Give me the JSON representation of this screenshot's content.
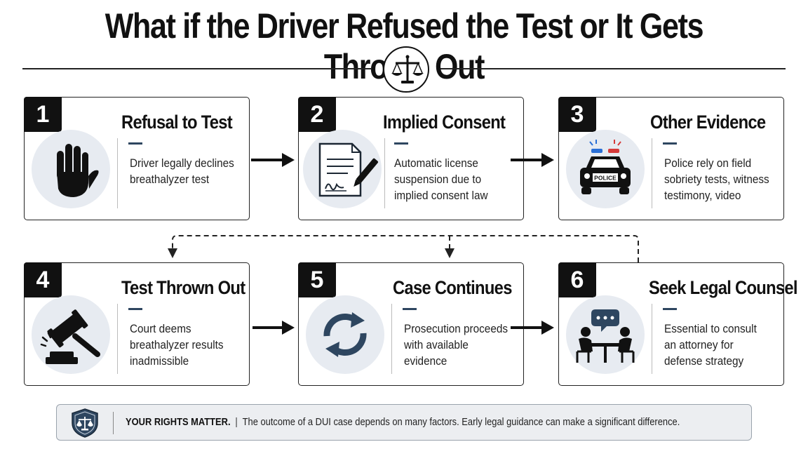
{
  "title": "What if the Driver Refused the Test or It Gets Thrown Out",
  "steps": [
    {
      "number": "1",
      "title": "Refusal to Test",
      "description": "Driver legally declines breathalyzer test",
      "icon": "raised-hand-icon"
    },
    {
      "number": "2",
      "title": "Implied Consent",
      "description": "Automatic license suspension due to implied consent law",
      "icon": "signed-document-icon"
    },
    {
      "number": "3",
      "title": "Other Evidence",
      "description": "Police rely on field sobriety tests, witness testimony, video",
      "icon": "police-car-icon",
      "badge_text": "POLICE"
    },
    {
      "number": "4",
      "title": "Test Thrown Out",
      "description": "Court deems breathalyzer results inadmissible",
      "icon": "gavel-icon"
    },
    {
      "number": "5",
      "title": "Case Continues",
      "description": "Prosecution proceeds with available evidence",
      "icon": "cycle-arrows-icon"
    },
    {
      "number": "6",
      "title": "Seek Legal Counsel",
      "description": "Essential to consult an attorney for defense strategy",
      "icon": "consultation-icon"
    }
  ],
  "footer": {
    "label": "YOUR RIGHTS MATTER.",
    "separator": "|",
    "text": "The outcome of a DUI case depends on many factors. Early legal guidance can make a significant difference."
  },
  "colors": {
    "accent": "#2e4660",
    "icon_bg": "#e7ebf1",
    "siren_blue": "#2a6fd6",
    "siren_red": "#d63a3a"
  }
}
